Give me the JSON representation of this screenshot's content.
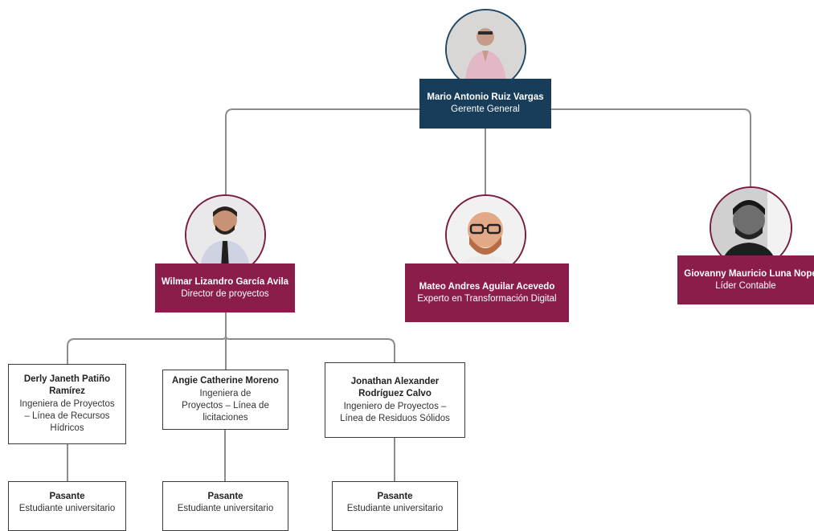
{
  "root": {
    "name": "Mario Antonio Ruiz Vargas",
    "role": "Gerente General",
    "photo_icon": "person-photo-icon"
  },
  "managers": [
    {
      "name": "Wilmar Lizandro García Avila",
      "role": "Director de proyectos"
    },
    {
      "name": "Mateo Andres Aguilar Acevedo",
      "role": "Experto en Transformación Digital"
    },
    {
      "name": "Giovanny Mauricio Luna Nope",
      "role": "Líder Contable"
    }
  ],
  "engineers": [
    {
      "name": "Derly Janeth Patiño Ramírez",
      "role": "Ingeniera de Proyectos – Línea de Recursos Hídricos"
    },
    {
      "name": "Angie Catherine Moreno",
      "role": "Ingeniera de Proyectos – Línea de licitaciones"
    },
    {
      "name": "Jonathan Alexander Rodríguez Calvo",
      "role": "Ingeniero de Proyectos – Línea de Residuos Sólidos"
    }
  ],
  "interns": [
    {
      "name": "Pasante",
      "role": "Estudiante universitario"
    },
    {
      "name": "Pasante",
      "role": "Estudiante universitario"
    },
    {
      "name": "Pasante",
      "role": "Estudiante universitario"
    }
  ],
  "colors": {
    "root_box": "#173d5a",
    "manager_box": "#8a1d49",
    "connector": "#8c8c8c"
  }
}
